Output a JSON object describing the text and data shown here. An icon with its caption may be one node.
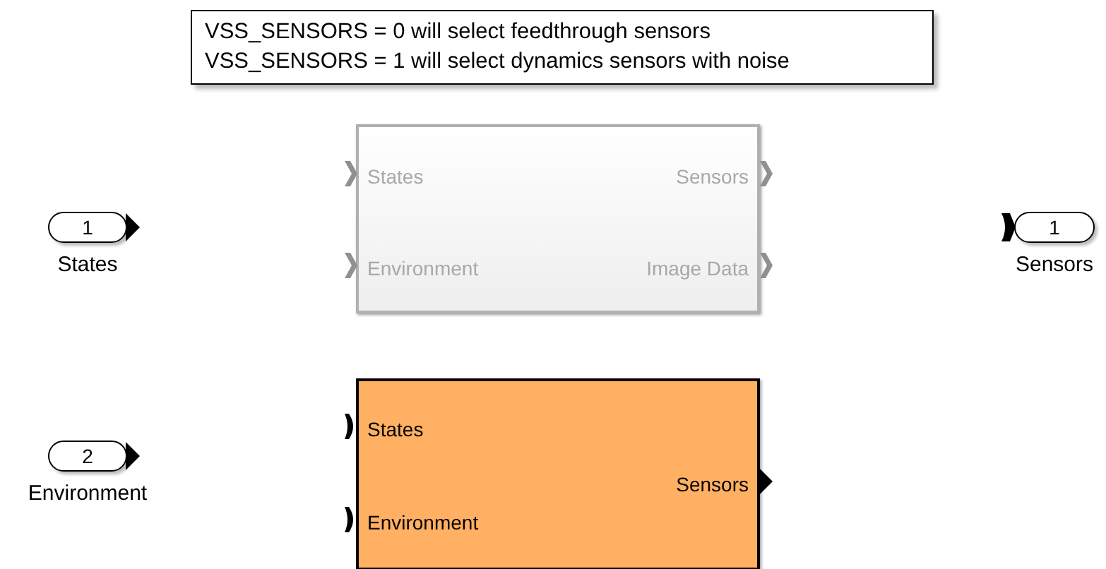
{
  "diagram": {
    "nodes": [
      {
        "text": [
          "VSS_SENSORS = 0 will select feedthrough sensors",
          "VSS_SENSORS = 1 will select dynamics sensors with noise"
        ]
      },
      {
        "text": [
          "1"
        ],
        "beside": [
          "States"
        ]
      },
      {
        "text": [
          "2"
        ],
        "beside": [
          "Environment"
        ]
      },
      {
        "text": [
          "States",
          "Environment",
          "Sensors",
          "Image Data"
        ]
      },
      {
        "text": [
          "States",
          "Environment",
          "Sensors"
        ]
      },
      {
        "text": [
          "1"
        ],
        "beside": [
          "Sensors"
        ]
      }
    ]
  }
}
